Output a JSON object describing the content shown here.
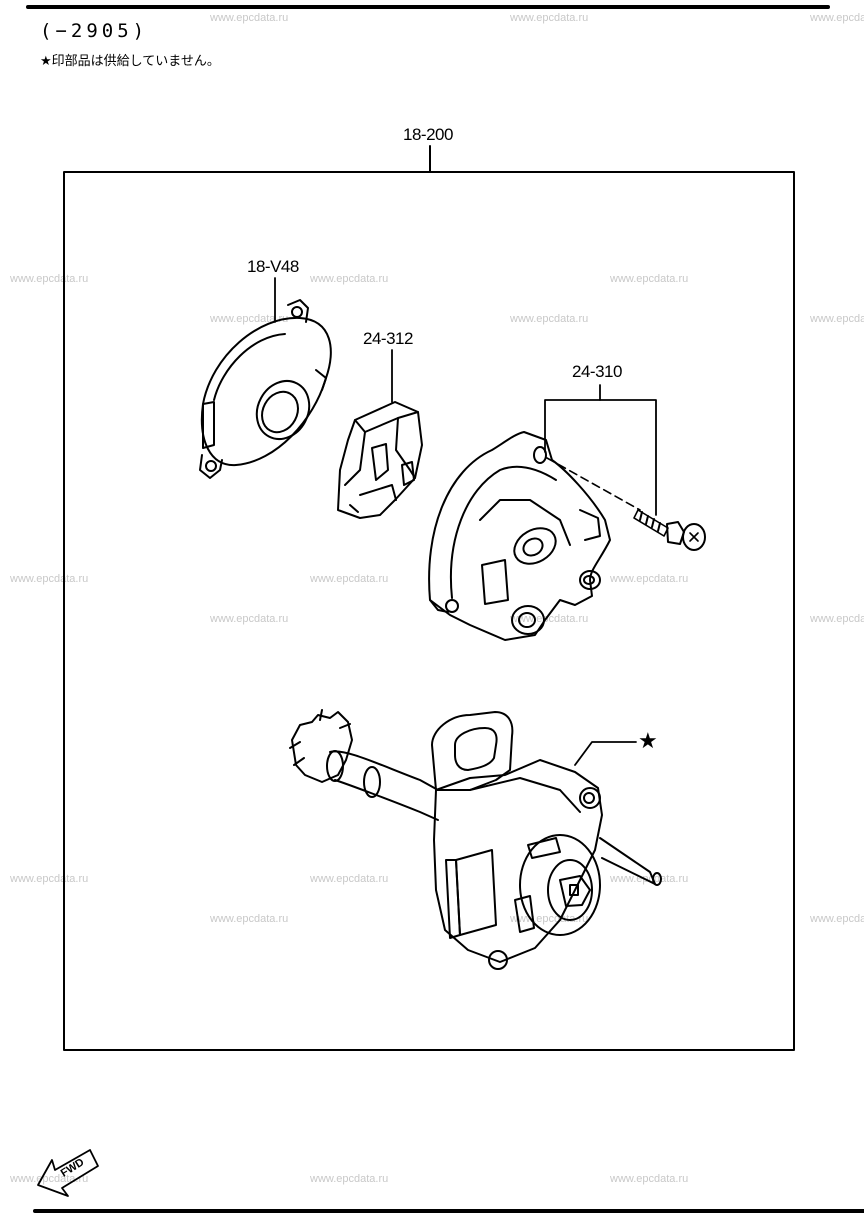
{
  "header": {
    "serial_range": "(−2905)",
    "note": "★印部品は供給していません。"
  },
  "callouts": {
    "assembly": "18-200",
    "cap_seal": "18-V48",
    "rotor": "24-312",
    "cap_screw": "24-310",
    "not_supplied_mark": "★"
  },
  "fwd_label": "FWD",
  "watermark": "www.epcdata.ru"
}
